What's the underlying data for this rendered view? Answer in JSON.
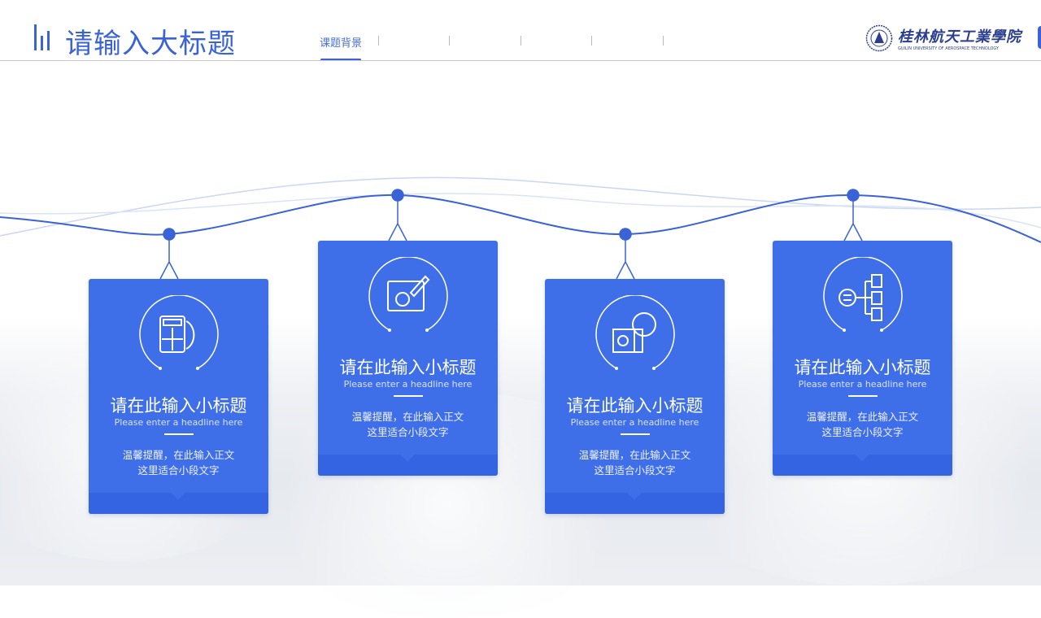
{
  "header": {
    "title": "请输入大标题",
    "nav_active": "课题背景",
    "logo_cn": "桂林航天工業學院",
    "logo_en": "GUILIN UNIVERSITY OF AEROSPACE TECHNOLOGY",
    "accent": "#3a63d8"
  },
  "cards": [
    {
      "icon": "calculator-icon",
      "title": "请在此输入小标题",
      "subtitle": "Please enter a headline here",
      "line1": "温馨提醒，在此输入正文",
      "line2": "这里适合小段文字"
    },
    {
      "icon": "blueprint-gear-pencil-icon",
      "title": "请在此输入小标题",
      "subtitle": "Please enter a headline here",
      "line1": "温馨提醒，在此输入正文",
      "line2": "这里适合小段文字"
    },
    {
      "icon": "book-globe-icon",
      "title": "请在此输入小标题",
      "subtitle": "Please enter a headline here",
      "line1": "温馨提醒，在此输入正文",
      "line2": "这里适合小段文字"
    },
    {
      "icon": "document-hierarchy-icon",
      "title": "请在此输入小标题",
      "subtitle": "Please enter a headline here",
      "line1": "温馨提醒，在此输入正文",
      "line2": "这里适合小段文字"
    }
  ],
  "colors": {
    "card": "#3f6fe8",
    "card_band": "#3564e2"
  }
}
